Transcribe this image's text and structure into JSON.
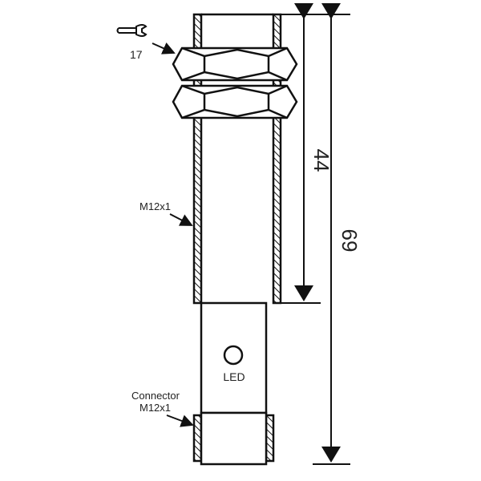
{
  "labels": {
    "wrench_size": "17",
    "thread": "M12x1",
    "led": "LED",
    "connector_line1": "Connector",
    "connector_line2": "M12x1"
  },
  "dimensions": {
    "thread_length": "44",
    "total_length": "69"
  },
  "colors": {
    "line": "#111111",
    "background": "#ffffff"
  }
}
